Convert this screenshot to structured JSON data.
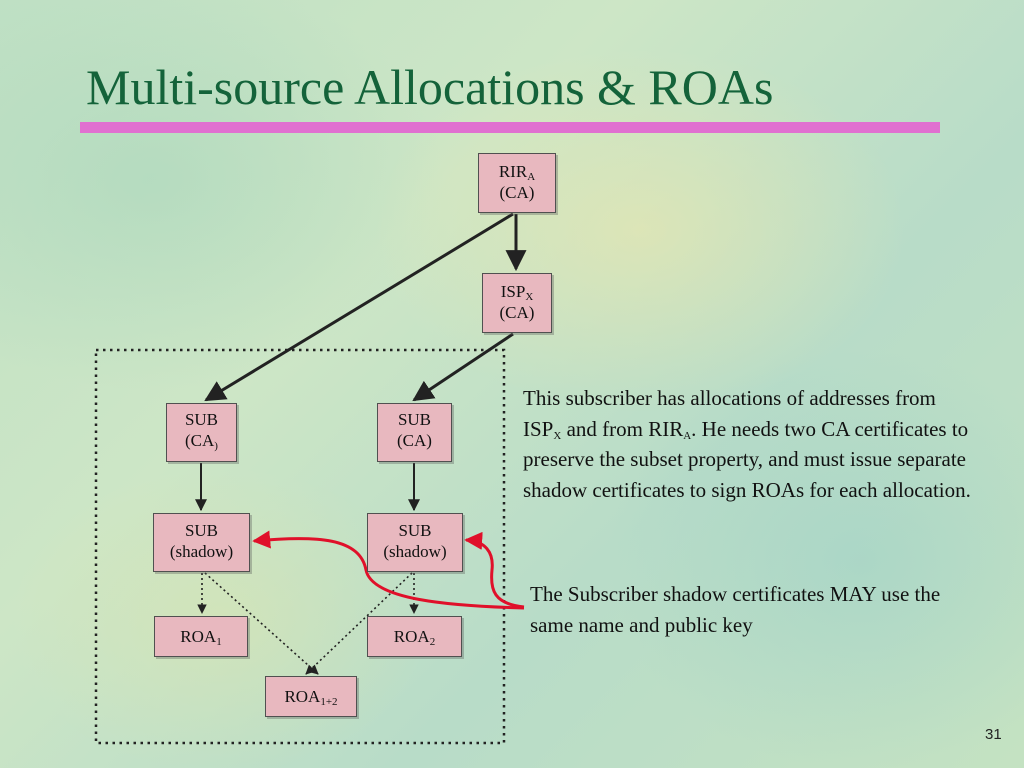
{
  "slide": {
    "title": "Multi-source Allocations & ROAs",
    "page_number": "31",
    "accent_color": "#e070d0",
    "title_color": "#14633a",
    "annotation_color": "#e0102a"
  },
  "nodes": {
    "rir": {
      "line1": "RIR",
      "line1_sub": "A",
      "line2": "(CA)"
    },
    "isp": {
      "line1": "ISP",
      "line1_sub": "X",
      "line2": "(CA)"
    },
    "sub_ca_left": {
      "line1": "SUB",
      "line2": "(CA",
      "line2_sub": ")"
    },
    "sub_ca_right": {
      "line1": "SUB",
      "line2": "(CA)"
    },
    "sub_shadow_left": {
      "line1": "SUB",
      "line2": "(shadow)"
    },
    "sub_shadow_right": {
      "line1": "SUB",
      "line2": "(shadow)"
    },
    "roa1": {
      "label": "ROA",
      "sub": "1"
    },
    "roa2": {
      "label": "ROA",
      "sub": "2"
    },
    "roa12": {
      "label": "ROA",
      "sub": "1+2"
    }
  },
  "description": {
    "p1_a": "This subscriber has allocations of addresses from ISP",
    "p1_sub1": "X",
    "p1_b": " and from RIR",
    "p1_sub2": "A",
    "p1_c": ". He needs two CA certificates to preserve the subset property, and must issue separate shadow certificates to sign ROAs for each allocation.",
    "p2": "The Subscriber shadow certificates MAY use the same name and public key"
  }
}
